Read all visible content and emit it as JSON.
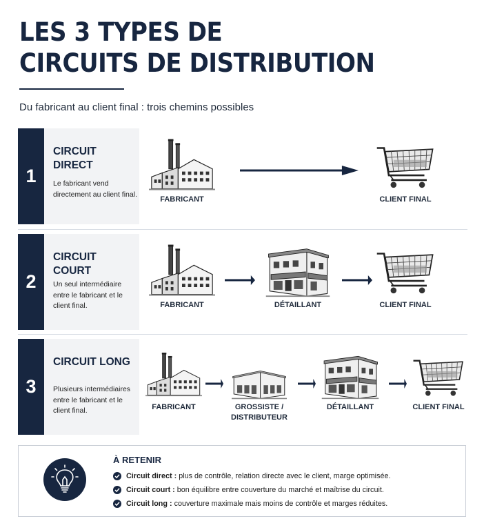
{
  "header": {
    "title_line1": "LES 3 TYPES DE",
    "title_line2": "CIRCUITS DE DISTRIBUTION",
    "subtitle": "Du fabricant au client final : trois chemins possibles"
  },
  "rows": [
    {
      "number": "1",
      "title": "CIRCUIT DIRECT",
      "description": "Le fabricant vend directement au client final.",
      "nodes": [
        "FABRICANT",
        "CLIENT FINAL"
      ]
    },
    {
      "number": "2",
      "title": "CIRCUIT COURT",
      "description": "Un seul intermédiaire entre le fabricant et le client final.",
      "nodes": [
        "FABRICANT",
        "DÉTAILLANT",
        "CLIENT FINAL"
      ]
    },
    {
      "number": "3",
      "title": "CIRCUIT LONG",
      "description": "Plusieurs intermédiaires entre le fabricant et le client final.",
      "nodes": [
        "FABRICANT",
        "GROSSISTE /\nDISTRIBUTEUR",
        "DÉTAILLANT",
        "CLIENT FINAL"
      ]
    }
  ],
  "summary": {
    "title": "À RETENIR",
    "items": [
      {
        "term": "Circuit direct :",
        "text": " plus de contrôle, relation directe avec le client, marge optimisée."
      },
      {
        "term": "Circuit court :",
        "text": " bon équilibre entre couverture du marché et maîtrise du circuit."
      },
      {
        "term": "Circuit long :",
        "text": " couverture maximale mais moins de contrôle et marges réduites."
      }
    ]
  },
  "icons": {
    "factory": "factory-icon",
    "store": "store-icon",
    "warehouse": "warehouse-icon",
    "cart": "shopping-cart-icon",
    "bulb": "lightbulb-icon",
    "check": "check-circle-icon"
  },
  "colors": {
    "navy": "#172640",
    "panel": "#f2f3f5"
  }
}
